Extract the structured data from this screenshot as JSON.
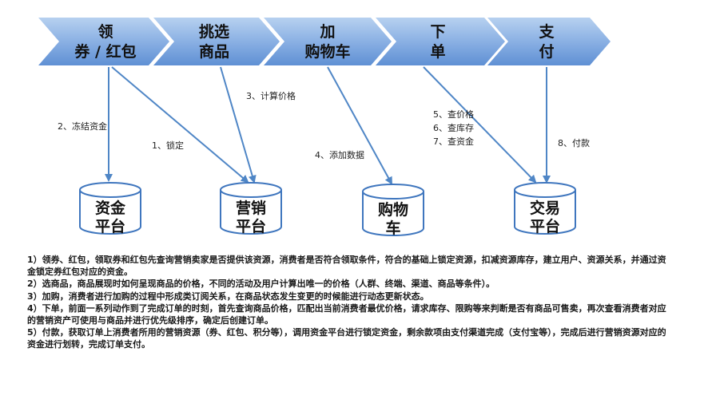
{
  "steps": [
    {
      "id": "coupon",
      "lines": [
        "领",
        "券 / 红包"
      ]
    },
    {
      "id": "select",
      "lines": [
        "挑选",
        "商品"
      ]
    },
    {
      "id": "cart",
      "lines": [
        "加",
        "购物车"
      ]
    },
    {
      "id": "order",
      "lines": [
        "下",
        "单"
      ]
    },
    {
      "id": "pay",
      "lines": [
        "支",
        "付"
      ]
    }
  ],
  "stores": [
    {
      "id": "fund",
      "lines": [
        "资金",
        "平台"
      ]
    },
    {
      "id": "marketing",
      "lines": [
        "营销",
        "平台"
      ]
    },
    {
      "id": "cartdb",
      "lines": [
        "购物",
        "车"
      ]
    },
    {
      "id": "trade",
      "lines": [
        "交易",
        "平台"
      ]
    }
  ],
  "edge_labels": {
    "freeze": "2、冻结资金",
    "lock": "1、锁定",
    "calc": "3、计算价格",
    "add": "4、添加数据",
    "check": [
      "5、查价格",
      "6、查库存",
      "7、查资金"
    ],
    "payment": "8、付款"
  },
  "notes": [
    "1）领券、红包，领取券和红包先查询营销卖家是否提供该资源，消费者是否符合领取条件，符合的基础上锁定资源，扣减资源库存，建立用户、资源关系，并通过资金锁定券红包对应的资金。",
    "2）选商品，商品展现时如何呈现商品的价格，不同的活动及用户计算出唯一的价格（人群、终端、渠道、商品等条件）。",
    "3）加购，消费者进行加购的过程中形成类订阅关系，在商品状态发生变更的时候能进行动态更新状态。",
    "4）下单，前面一系列动作到了完成订单的时刻，首先查询商品价格，匹配出当前消费者最优价格，请求库存、限购等来判断是否有商品可售卖，再次查看消费者对应的营销资产可使用与商品并进行优先级排序，确定后创建订单。",
    "5）付款，获取订单上消费者所用的营销资源（券、红包、积分等），调用资金平台进行锁定资金，剩余款项由支付渠道完成（支付宝等），完成后进行营销资源对应的资金进行划转，完成订单支付。"
  ],
  "colors": {
    "arrow_fill_top": "#a9c8ec",
    "arrow_fill_bottom": "#5d8fd4",
    "line": "#4f86c6",
    "db_stroke": "#3f76be"
  }
}
